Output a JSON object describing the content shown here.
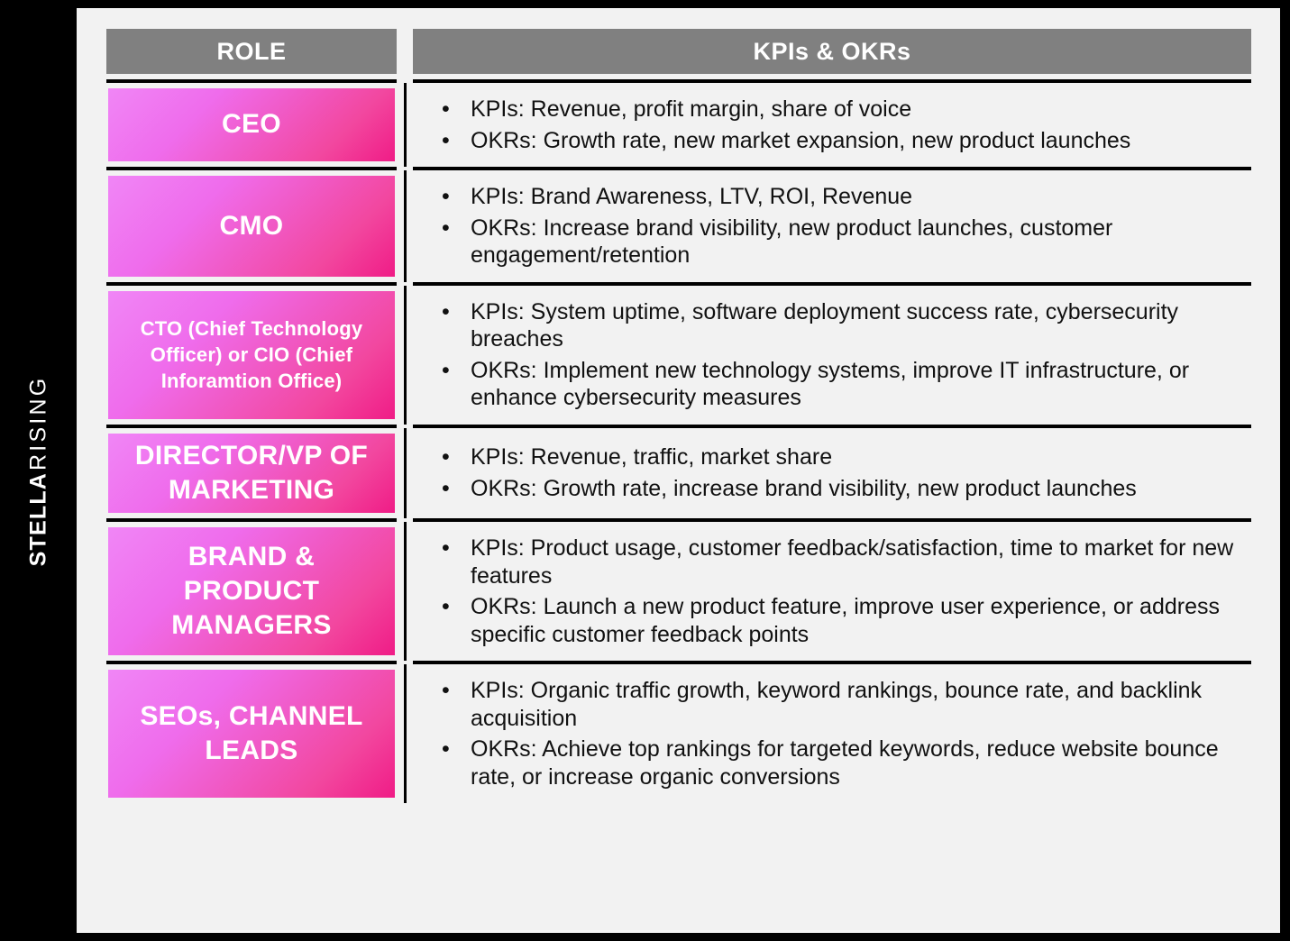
{
  "brand": {
    "name_bold": "STELLA",
    "name_light": "RISING"
  },
  "table": {
    "headers": {
      "role": "ROLE",
      "kpis": "KPIs & OKRs"
    },
    "rows": [
      {
        "role": "CEO",
        "role_size": "big",
        "bullets": [
          "KPIs: Revenue, profit margin, share of voice",
          "OKRs: Growth rate, new market expansion, new product launches"
        ]
      },
      {
        "role": "CMO",
        "role_size": "big",
        "bullets": [
          "KPIs: Brand Awareness, LTV, ROI, Revenue",
          "OKRs: Increase brand visibility, new product launches, customer engagement/retention"
        ]
      },
      {
        "role": "CTO (Chief Technology Officer) or CIO (Chief Inforamtion Office)",
        "role_size": "small",
        "bullets": [
          "KPIs: System uptime, software deployment success rate, cybersecurity breaches",
          "OKRs: Implement new technology systems, improve IT infrastructure, or enhance cybersecurity measures"
        ]
      },
      {
        "role": "DIRECTOR/VP OF MARKETING",
        "role_size": "big",
        "bullets": [
          "KPIs: Revenue, traffic, market share",
          "OKRs: Growth rate, increase brand visibility, new product launches"
        ]
      },
      {
        "role": "BRAND & PRODUCT MANAGERS",
        "role_size": "big",
        "bullets": [
          "KPIs: Product usage, customer feedback/satisfaction, time to market for new features",
          "OKRs: Launch a new product feature, improve user experience, or address specific customer feedback points"
        ]
      },
      {
        "role": "SEOs, CHANNEL LEADS",
        "role_size": "big",
        "bullets": [
          "KPIs: Organic traffic growth, keyword rankings, bounce rate, and backlink acquisition",
          "OKRs: Achieve top rankings for targeted keywords, reduce website bounce rate, or increase organic conversions"
        ]
      }
    ]
  },
  "bullet_glyph": "•",
  "colors": {
    "page_background": "#000000",
    "slide_background": "#F2F2F2",
    "header_gray": "#808080",
    "pink_light": "#F086F6",
    "pink_deep": "#F01C86",
    "rule_black": "#000000",
    "body_text": "#111111",
    "header_text": "#FFFFFF"
  }
}
